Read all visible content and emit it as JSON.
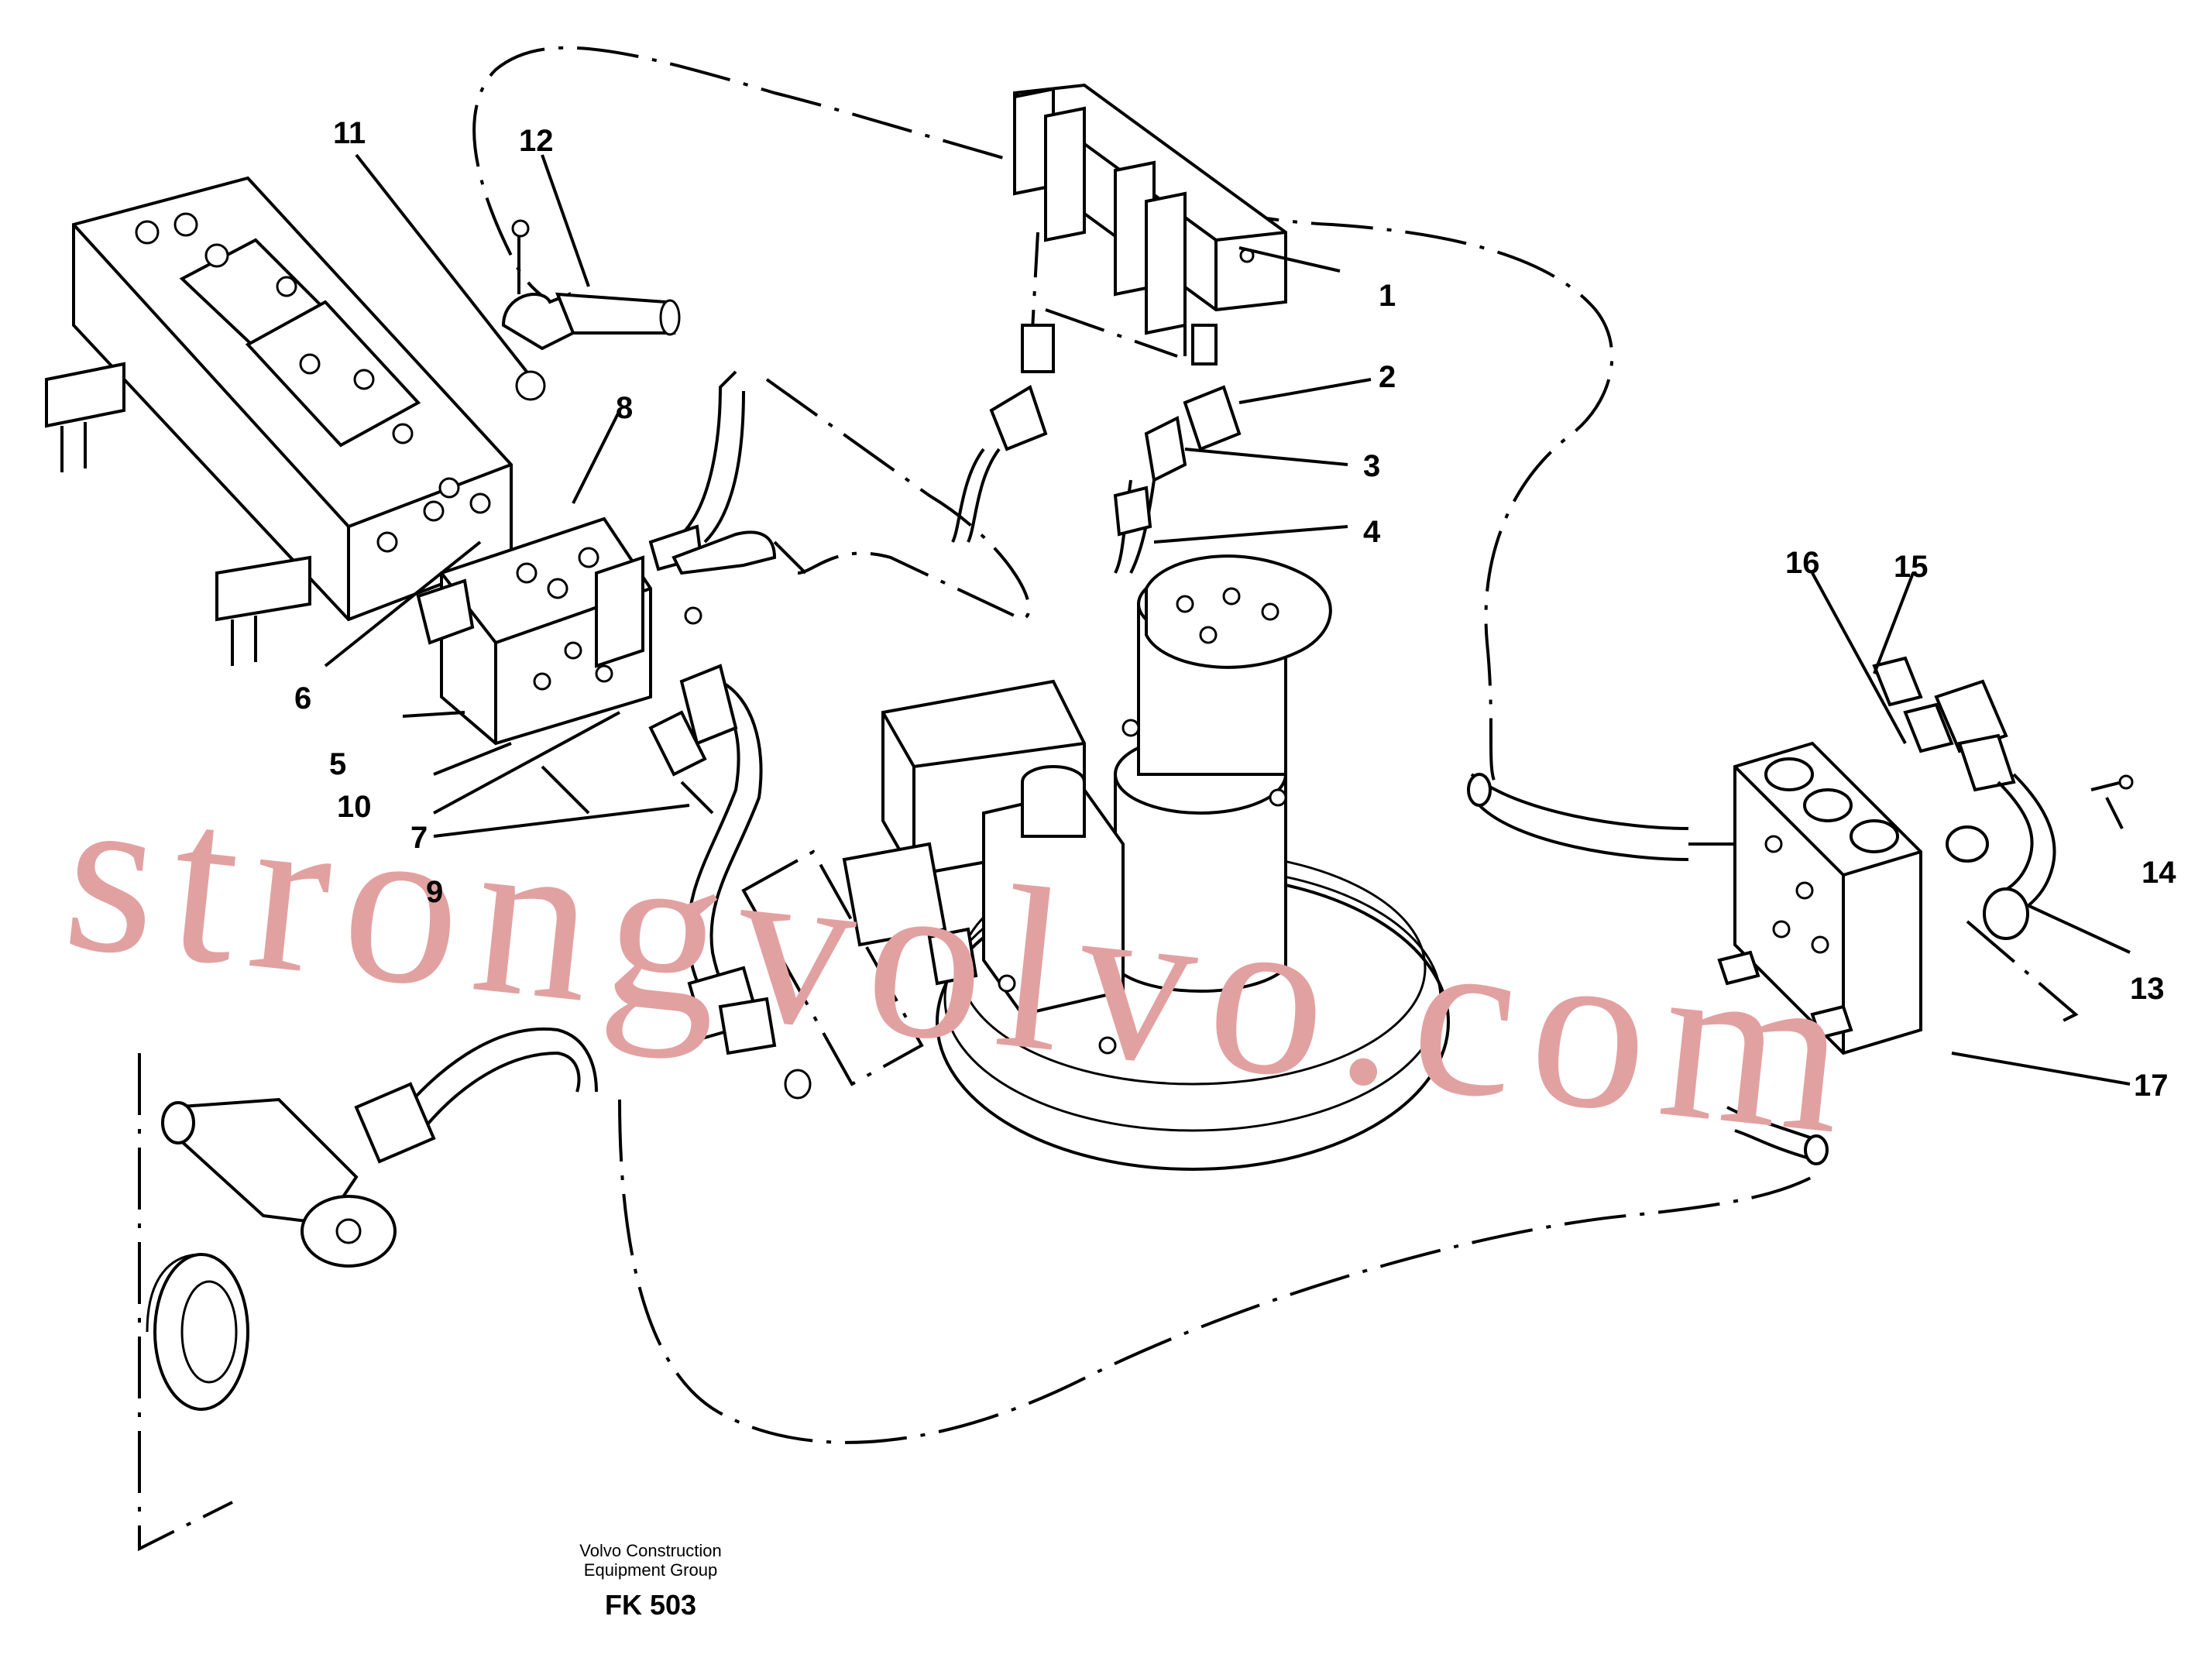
{
  "callouts": [
    "1",
    "2",
    "3",
    "4",
    "5",
    "6",
    "7",
    "8",
    "9",
    "10",
    "11",
    "12",
    "13",
    "14",
    "15",
    "16",
    "17"
  ],
  "watermark": "strongvolvo.com",
  "caption": {
    "line1": "Volvo Construction",
    "line2": "Equipment Group",
    "code": "FK 503"
  },
  "colors": {
    "line": "#000000",
    "watermark": "#e2a1a1",
    "background": "#ffffff"
  }
}
